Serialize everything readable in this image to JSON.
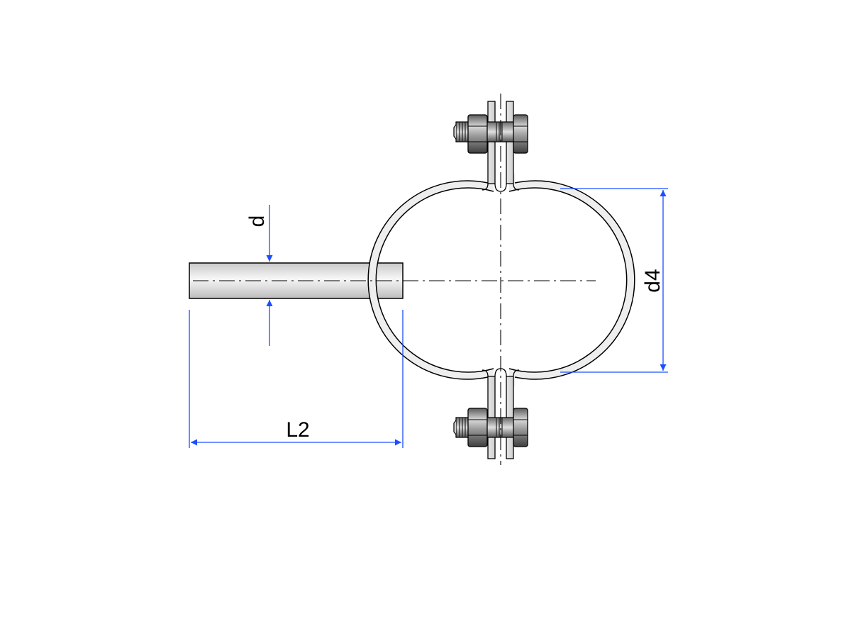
{
  "dimensions": {
    "d": "d",
    "d4": "d4",
    "L2": "L2"
  },
  "colors": {
    "dimension_line": "#1a4fff",
    "outline": "#000000",
    "metal_light": "#f2f2f2",
    "metal_mid": "#d6d6d6",
    "metal_dark": "#8a8a8a",
    "nut_dark": "#4a4a4a"
  }
}
